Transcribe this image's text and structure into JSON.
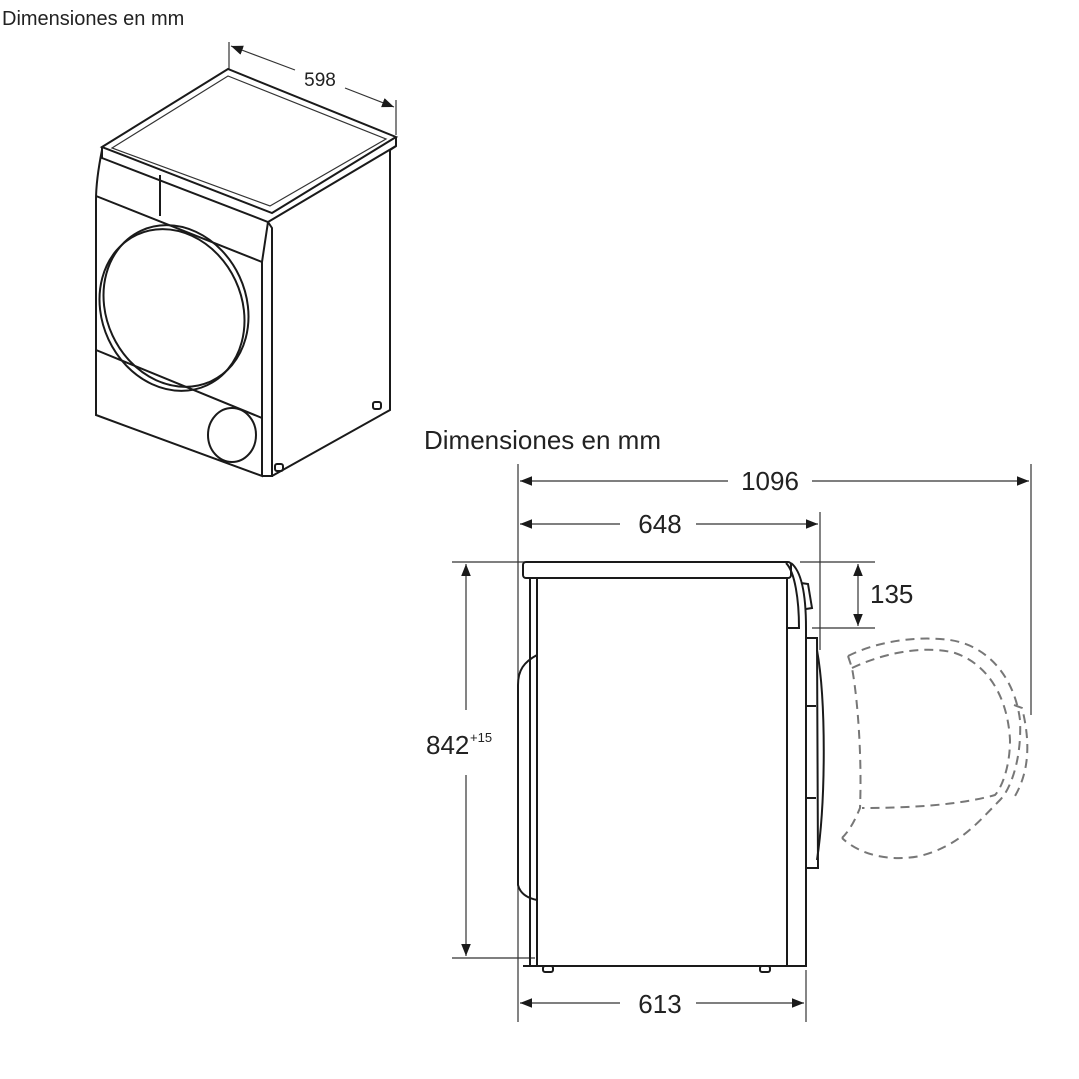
{
  "iso_view": {
    "title": "Dimensiones en mm",
    "width_label": "598"
  },
  "side_view": {
    "title": "Dimensiones en mm",
    "total_depth_door_open": "1096",
    "depth_with_door": "648",
    "control_panel_height": "135",
    "height": "842",
    "height_tolerance": "+15",
    "body_depth": "613"
  }
}
